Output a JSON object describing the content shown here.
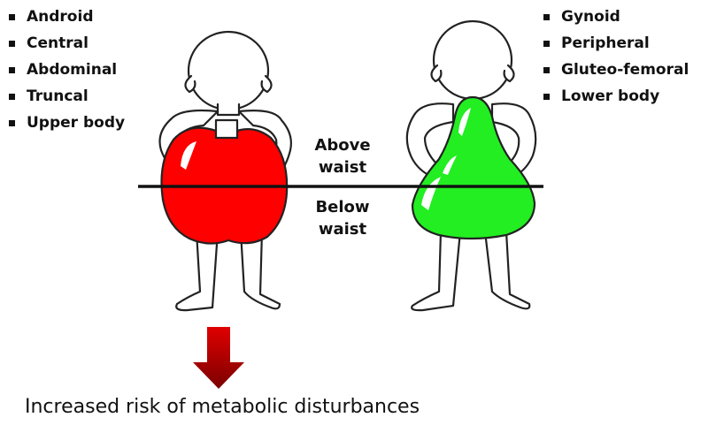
{
  "left_list": {
    "items": [
      "Android",
      "Central",
      "Abdominal",
      "Truncal",
      "Upper body"
    ]
  },
  "right_list": {
    "items": [
      "Gynoid",
      "Peripheral",
      "Gluteo-femoral",
      "Lower body"
    ]
  },
  "waist": {
    "above": [
      "Above",
      "waist"
    ],
    "below": [
      "Below",
      "waist"
    ]
  },
  "caption": "Increased risk of metabolic disturbances",
  "colors": {
    "apple": "#ff0000",
    "pear": "#22ee22",
    "arrow_top": "#e00000",
    "arrow_bottom": "#7a0000",
    "outline": "#222222"
  }
}
